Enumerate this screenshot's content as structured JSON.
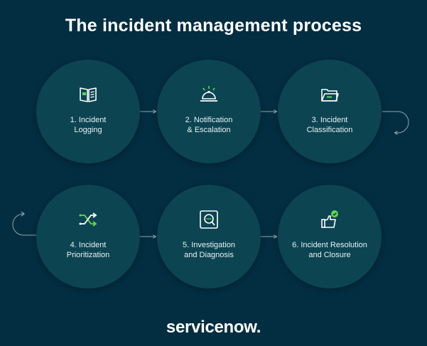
{
  "title": "The incident management process",
  "steps": [
    {
      "label": "1. Incident\nLogging",
      "icon": "logbook-icon"
    },
    {
      "label": "2. Notification\n& Escalation",
      "icon": "service-bell-icon"
    },
    {
      "label": "3. Incident\nClassification",
      "icon": "folder-icon"
    },
    {
      "label": "4. Incident\nPrioritization",
      "icon": "shuffle-arrows-icon"
    },
    {
      "label": "5. Investigation\nand Diagnosis",
      "icon": "magnifier-scan-icon"
    },
    {
      "label": "6. Incident Resolution\nand Closure",
      "icon": "thumbs-up-check-icon"
    }
  ],
  "logo": "servicenow.",
  "colors": {
    "background": "#032d40",
    "circle": "#0c4452",
    "accent": "#62d84e",
    "text": "#ffffff"
  }
}
